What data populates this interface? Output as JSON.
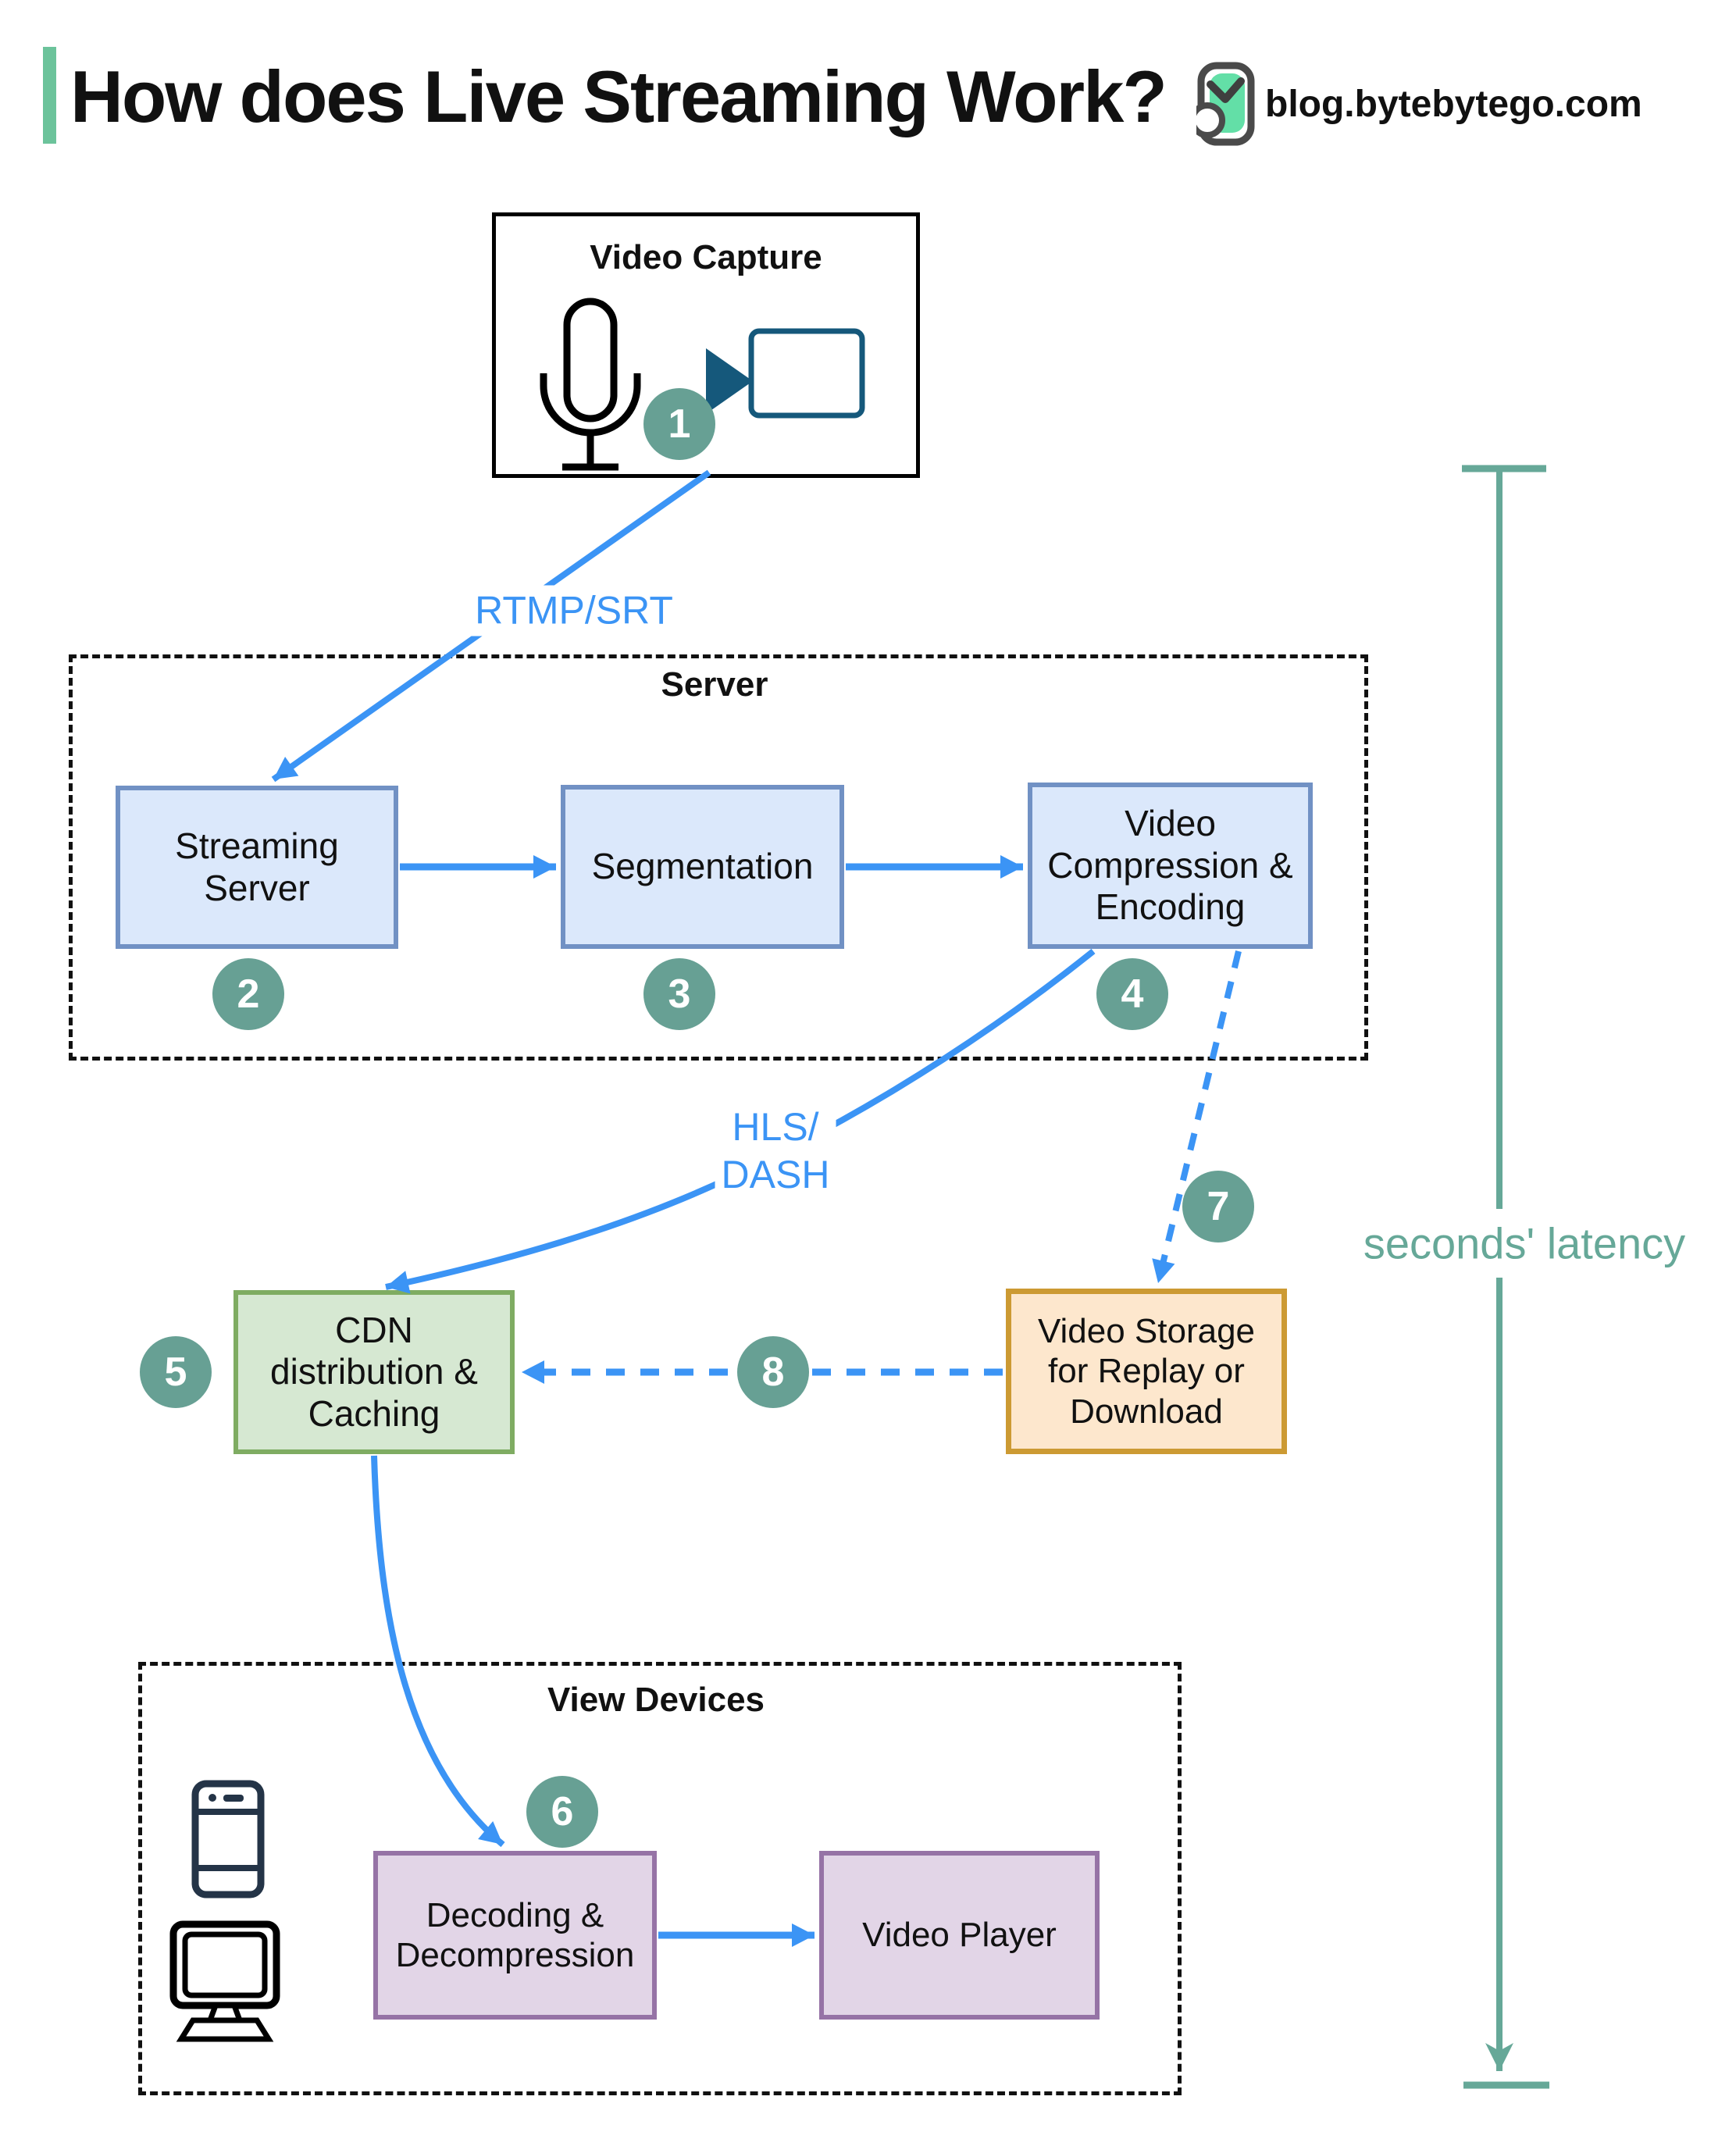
{
  "header": {
    "title": "How does Live Streaming Work?",
    "site": "blog.bytebytego.com"
  },
  "groups": {
    "server": "Server",
    "view_devices": "View Devices"
  },
  "nodes": {
    "video_capture": "Video Capture",
    "streaming_server": "Streaming Server",
    "segmentation": "Segmentation",
    "video_compression": "Video Compression & Encoding",
    "cdn": "CDN distribution & Caching",
    "video_storage": "Video Storage for Replay or Download",
    "decoding": "Decoding & Decompression",
    "video_player": "Video Player"
  },
  "edges": {
    "rtmp": "RTMP/SRT",
    "hls_line1": "HLS/",
    "hls_line2": "DASH",
    "latency": "seconds' latency"
  },
  "steps": {
    "s1": "1",
    "s2": "2",
    "s3": "3",
    "s4": "4",
    "s5": "5",
    "s6": "6",
    "s7": "7",
    "s8": "8"
  },
  "icons": [
    "microphone-icon",
    "video-camera-icon",
    "smartphone-icon",
    "monitor-icon",
    "bytebytego-logo"
  ],
  "colors": {
    "accent_mint": "#6CC39B",
    "logo_green": "#63DFA7",
    "arrow_blue": "#3B94F5",
    "badge_teal": "#67A094",
    "latency_teal": "#66A898",
    "node_blue_fill": "#DBE8FB",
    "node_blue_border": "#7191C4",
    "node_green_fill": "#D6E8D2",
    "node_green_border": "#7FAC62",
    "node_orange_fill": "#FDE7CD",
    "node_orange_border": "#CC9A33",
    "node_purple_fill": "#E2D5E7",
    "node_purple_border": "#9673A6",
    "camera_ink": "#15587B"
  }
}
